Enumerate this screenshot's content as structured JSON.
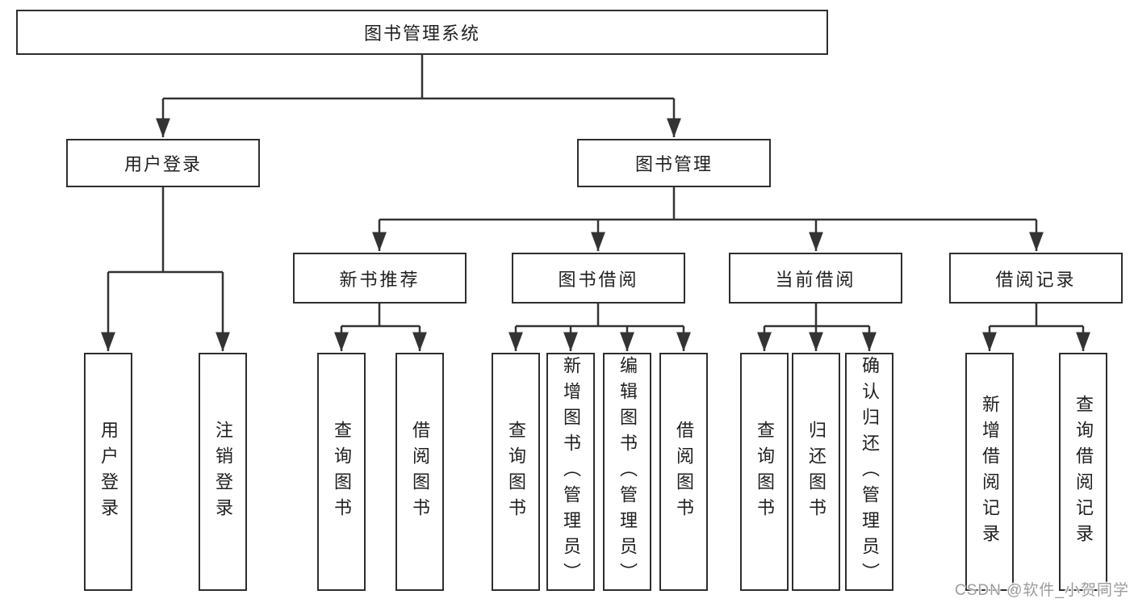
{
  "diagram": {
    "root": "图书管理系统",
    "branches": {
      "user_login": "用户登录",
      "book_management": "图书管理"
    },
    "modules": {
      "new_book_recommendation": "新书推荐",
      "book_borrowing": "图书借阅",
      "current_borrowing": "当前借阅",
      "borrowing_records": "借阅记录"
    },
    "functions": {
      "user_login": [
        "用户登录",
        "注销登录"
      ],
      "new_book_recommendation": [
        "查询图书",
        "借阅图书"
      ],
      "book_borrowing": [
        "查询图书",
        "新增图书（管理员）",
        "编辑图书（管理员）",
        "借阅图书"
      ],
      "current_borrowing": [
        "查询图书",
        "归还图书",
        "确认归还（管理员）"
      ],
      "borrowing_records": [
        "新增借阅记录",
        "查询借阅记录"
      ]
    }
  },
  "watermark": "CSDN @软件_小贺同学",
  "colors": {
    "background": "#ffffff",
    "box_border": "#2e2e2e",
    "line": "#333333",
    "text": "#1f1f1f",
    "watermark": "#9c9c9c"
  }
}
